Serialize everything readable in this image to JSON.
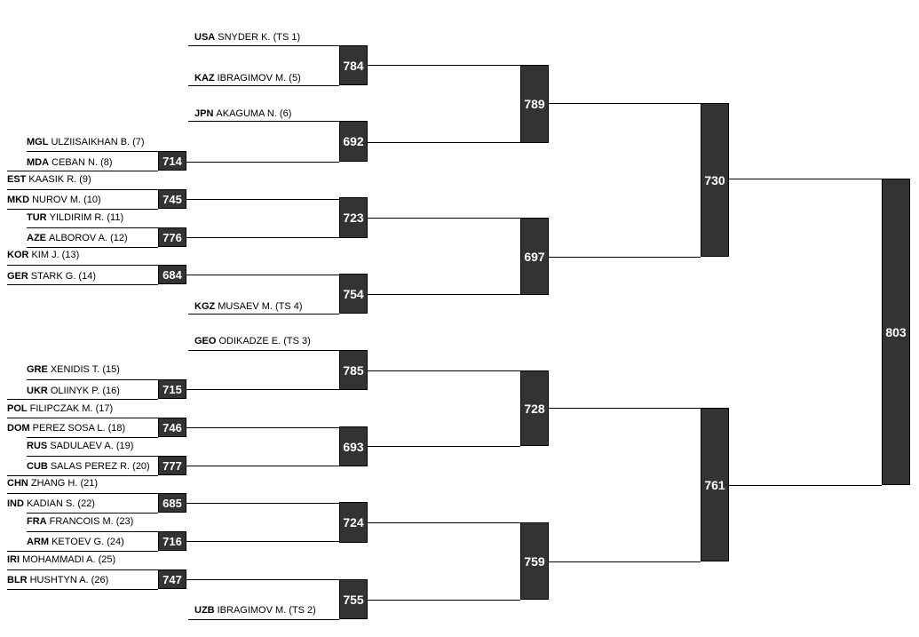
{
  "colors": {
    "box_fill": "#333333",
    "box_text": "#ffffff",
    "line": "#000000",
    "background": "#ffffff"
  },
  "entries": [
    {
      "id": "usa",
      "country": "USA",
      "name": "SNYDER K. (TS 1)"
    },
    {
      "id": "kaz",
      "country": "KAZ",
      "name": "IBRAGIMOV M. (5)"
    },
    {
      "id": "jpn",
      "country": "JPN",
      "name": "AKAGUMA N. (6)"
    },
    {
      "id": "mgl",
      "country": "MGL",
      "name": "ULZIISAIKHAN B. (7)"
    },
    {
      "id": "mda",
      "country": "MDA",
      "name": "CEBAN N. (8)"
    },
    {
      "id": "est",
      "country": "EST",
      "name": "KAASIK R. (9)"
    },
    {
      "id": "mkd",
      "country": "MKD",
      "name": "NUROV M. (10)"
    },
    {
      "id": "tur",
      "country": "TUR",
      "name": "YILDIRIM R. (11)"
    },
    {
      "id": "aze",
      "country": "AZE",
      "name": "ALBOROV A. (12)"
    },
    {
      "id": "kor",
      "country": "KOR",
      "name": "KIM J. (13)"
    },
    {
      "id": "ger",
      "country": "GER",
      "name": "STARK G. (14)"
    },
    {
      "id": "kgz",
      "country": "KGZ",
      "name": "MUSAEV M. (TS 4)"
    },
    {
      "id": "geo",
      "country": "GEO",
      "name": "ODIKADZE E. (TS 3)"
    },
    {
      "id": "gre",
      "country": "GRE",
      "name": "XENIDIS T. (15)"
    },
    {
      "id": "ukr",
      "country": "UKR",
      "name": "OLIINYK P. (16)"
    },
    {
      "id": "pol",
      "country": "POL",
      "name": "FILIPCZAK M. (17)"
    },
    {
      "id": "dom",
      "country": "DOM",
      "name": "PEREZ SOSA L. (18)"
    },
    {
      "id": "rus",
      "country": "RUS",
      "name": "SADULAEV A. (19)"
    },
    {
      "id": "cub",
      "country": "CUB",
      "name": "SALAS PEREZ R. (20)"
    },
    {
      "id": "chn",
      "country": "CHN",
      "name": "ZHANG H. (21)"
    },
    {
      "id": "ind",
      "country": "IND",
      "name": "KADIAN S. (22)"
    },
    {
      "id": "fra",
      "country": "FRA",
      "name": "FRANCOIS M. (23)"
    },
    {
      "id": "arm",
      "country": "ARM",
      "name": "KETOEV G. (24)"
    },
    {
      "id": "iri",
      "country": "IRI",
      "name": "MOHAMMADI A. (25)"
    },
    {
      "id": "blr",
      "country": "BLR",
      "name": "HUSHTYN A. (26)"
    },
    {
      "id": "uzb",
      "country": "UZB",
      "name": "IBRAGIMOV M. (TS 2)"
    }
  ],
  "bouts": [
    {
      "id": "b714",
      "label": "714"
    },
    {
      "id": "b745",
      "label": "745"
    },
    {
      "id": "b776",
      "label": "776"
    },
    {
      "id": "b684",
      "label": "684"
    },
    {
      "id": "b715",
      "label": "715"
    },
    {
      "id": "b746",
      "label": "746"
    },
    {
      "id": "b777",
      "label": "777"
    },
    {
      "id": "b685",
      "label": "685"
    },
    {
      "id": "b716",
      "label": "716"
    },
    {
      "id": "b747",
      "label": "747"
    },
    {
      "id": "b784",
      "label": "784"
    },
    {
      "id": "b692",
      "label": "692"
    },
    {
      "id": "b723",
      "label": "723"
    },
    {
      "id": "b754",
      "label": "754"
    },
    {
      "id": "b785",
      "label": "785"
    },
    {
      "id": "b693",
      "label": "693"
    },
    {
      "id": "b724",
      "label": "724"
    },
    {
      "id": "b755",
      "label": "755"
    },
    {
      "id": "b789",
      "label": "789"
    },
    {
      "id": "b697",
      "label": "697"
    },
    {
      "id": "b728",
      "label": "728"
    },
    {
      "id": "b759",
      "label": "759"
    },
    {
      "id": "b730",
      "label": "730"
    },
    {
      "id": "b761",
      "label": "761"
    },
    {
      "id": "b803",
      "label": "803"
    }
  ]
}
